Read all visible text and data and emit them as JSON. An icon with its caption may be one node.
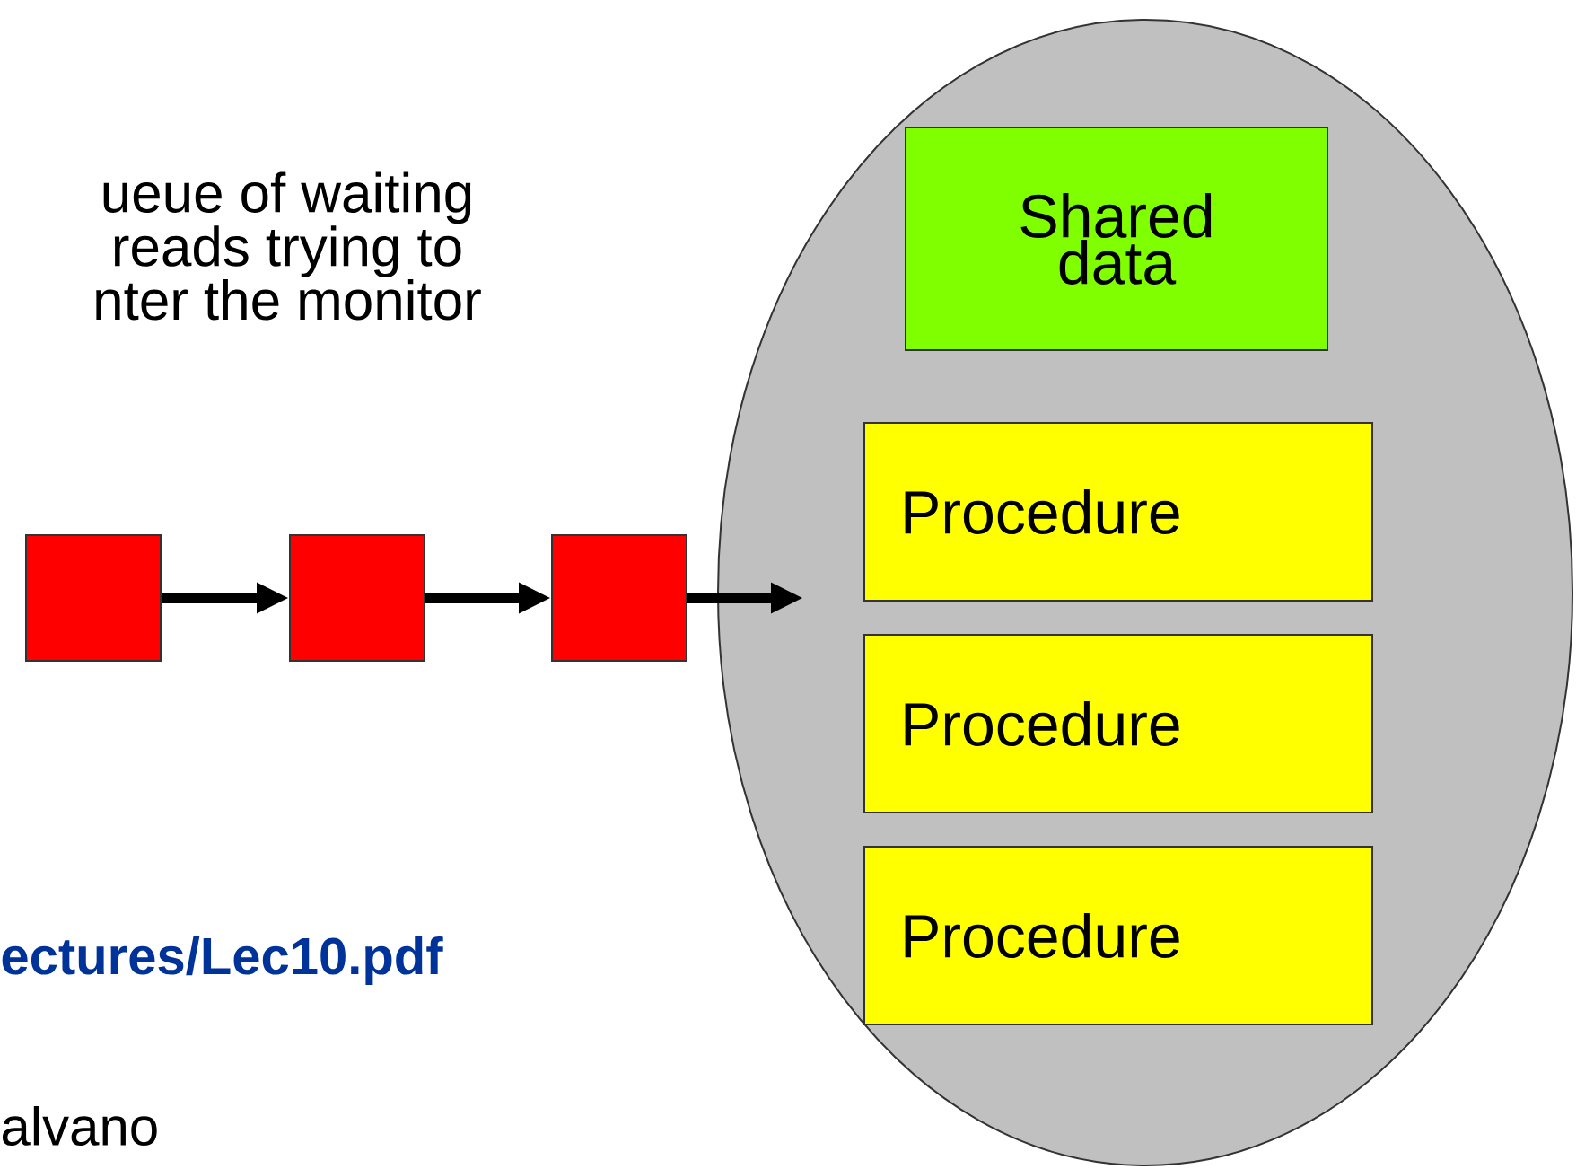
{
  "diagram": {
    "nodes": [
      {
        "text": [],
        "shape": "ellipse"
      },
      {
        "text": [
          "Shared data"
        ],
        "in": 0
      },
      {
        "text": [
          "Procedure"
        ],
        "in": 0
      },
      {
        "text": [
          "Procedure"
        ],
        "in": 0
      },
      {
        "text": [
          "Procedure"
        ],
        "in": 0
      },
      {
        "text": [],
        "shape": "box"
      },
      {
        "text": [],
        "shape": "box"
      },
      {
        "text": [],
        "shape": "box"
      }
    ],
    "edges": [
      {
        "from": 5,
        "to": 6,
        "arrow": "to"
      },
      {
        "from": 6,
        "to": 7,
        "arrow": "to"
      },
      {
        "from": 7,
        "to": 0,
        "arrow": "to"
      }
    ],
    "labels": [
      "ueue of waiting reads trying to nter the monitor",
      "ectures/Lec10.pdf",
      "alvano"
    ]
  }
}
